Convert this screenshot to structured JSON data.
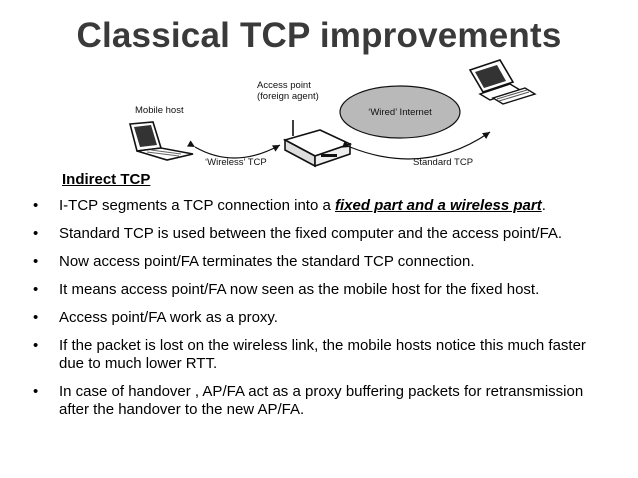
{
  "title": "Classical TCP improvements",
  "diagram": {
    "access_point_line1": "Access point",
    "access_point_line2": "(foreign agent)",
    "mobile_host": "Mobile host",
    "wired_internet": "‘Wired’ Internet",
    "wireless_tcp": "‘Wireless’ TCP",
    "standard_tcp": "Standard TCP"
  },
  "subheading": "Indirect TCP",
  "bullets": [
    {
      "before": "I-TCP segments a TCP connection into a ",
      "emphasis": "fixed part and a wireless part",
      "after": "."
    },
    {
      "text": "Standard TCP is used between the fixed computer and the access point/FA."
    },
    {
      "text": "Now access point/FA terminates the standard TCP connection."
    },
    {
      "text": "It means access point/FA now seen as the mobile host for the fixed host."
    },
    {
      "text": "Access point/FA work as a proxy."
    },
    {
      "text": "If the packet is lost on the wireless link, the mobile hosts notice this much faster due to much lower RTT."
    },
    {
      "text": "In case of handover , AP/FA act as a proxy buffering packets for retransmission after the handover to the new AP/FA."
    }
  ],
  "bullet_glyph": "•"
}
